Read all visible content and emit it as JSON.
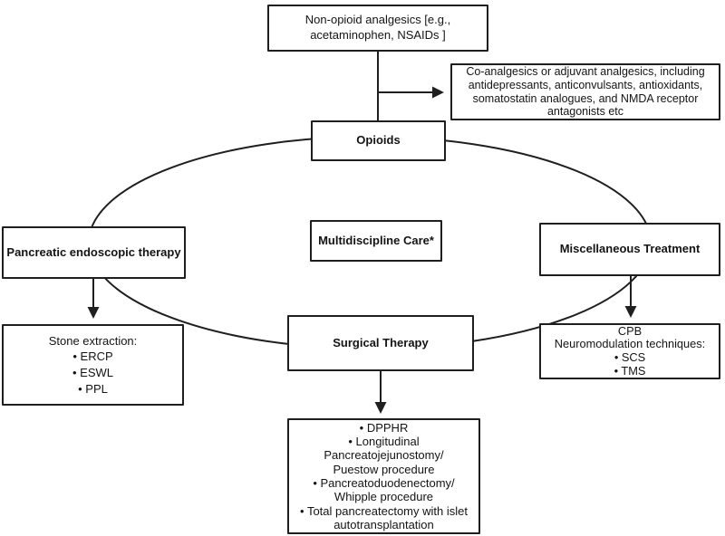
{
  "colors": {
    "stroke": "#1f1f1f",
    "box_fill": "#ffffff",
    "background": "#ffffff",
    "text": "#141414"
  },
  "boxes": {
    "non_opioid": {
      "lines": [
        "Non-opioid analgesics [e.g.,",
        "acetaminophen, NSAIDs ]"
      ]
    },
    "co_analgesics": {
      "lines": [
        "Co-analgesics or adjuvant analgesics, including",
        "antidepressants,  anticonvulsants, antioxidants,",
        "somatostatin analogues, and NMDA receptor",
        "antagonists etc"
      ]
    },
    "opioids": {
      "label": "Opioids"
    },
    "multidiscipline": {
      "label": "Multidiscipline Care*"
    },
    "pancreatic_endoscopic": {
      "label": "Pancreatic endoscopic therapy"
    },
    "miscellaneous": {
      "label": "Miscellaneous Treatment"
    },
    "surgical": {
      "label": "Surgical Therapy"
    },
    "stone_extraction": {
      "lines": [
        "Stone extraction:",
        "•  ERCP",
        "•  ESWL",
        "•  PPL"
      ]
    },
    "cpb_neuromodulation": {
      "lines": [
        "CPB",
        "Neuromodulation techniques:",
        "•  SCS",
        "•  TMS"
      ]
    },
    "surgical_procedures": {
      "lines": [
        "•  DPPHR",
        "•  Longitudinal",
        "Pancreatojejunostomy/",
        "Puestow procedure",
        "•  Pancreatoduodenectomy/",
        "Whipple procedure",
        "•  Total pancreatectomy with islet",
        "autotransplantation"
      ]
    }
  }
}
